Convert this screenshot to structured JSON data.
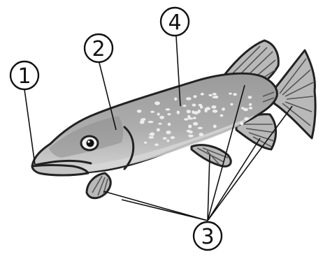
{
  "labels": {
    "mouth": "1",
    "gill_cover": "2",
    "fins": "3",
    "side_line": "4"
  },
  "colors": {
    "body": "#a9a9a9",
    "belly": "#d6d6d6",
    "fin": "#b9b9b9",
    "outline": "#222222",
    "spots": "#ececec"
  }
}
